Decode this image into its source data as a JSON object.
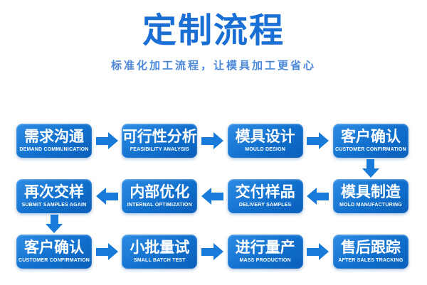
{
  "header": {
    "title": "定制流程",
    "subtitle": "标准化加工流程，让模具加工更省心"
  },
  "colors": {
    "title_blue": "#1a6fd4",
    "subtitle_blue": "#4c88d9",
    "box_top": "#2e8ce4",
    "box_bottom": "#0b5fba",
    "arrow_blue": "#187ad9"
  },
  "flow": {
    "rows": [
      {
        "direction": "left-to-right",
        "cells": [
          {
            "zh": "需求沟通",
            "en": "DEMAND COMMUNICATION"
          },
          {
            "zh": "可行性分析",
            "en": "FEASIBILITY ANALYSIS"
          },
          {
            "zh": "模具设计",
            "en": "MOULD DESIGN"
          },
          {
            "zh": "客户确认",
            "en": "CUSTOMER CONFIRMATION"
          }
        ]
      },
      {
        "direction": "right-to-left",
        "cells": [
          {
            "zh": "再次交样",
            "en": "SUBMIT SAMPLES AGAIN"
          },
          {
            "zh": "内部优化",
            "en": "INTERNAL OPTIMIZATION"
          },
          {
            "zh": "交付样品",
            "en": "DELIVERY SAMPLES"
          },
          {
            "zh": "模具制造",
            "en": "MOLD MANUFACTURING"
          }
        ]
      },
      {
        "direction": "left-to-right",
        "cells": [
          {
            "zh": "客户确认",
            "en": "CUSTOMER CONFIRMATION"
          },
          {
            "zh": "小批量试",
            "en": "SMALL BATCH TEST"
          },
          {
            "zh": "进行量产",
            "en": "MASS PRODUCTION"
          },
          {
            "zh": "售后跟踪",
            "en": "AFTER SALES TRACKING"
          }
        ]
      }
    ]
  }
}
